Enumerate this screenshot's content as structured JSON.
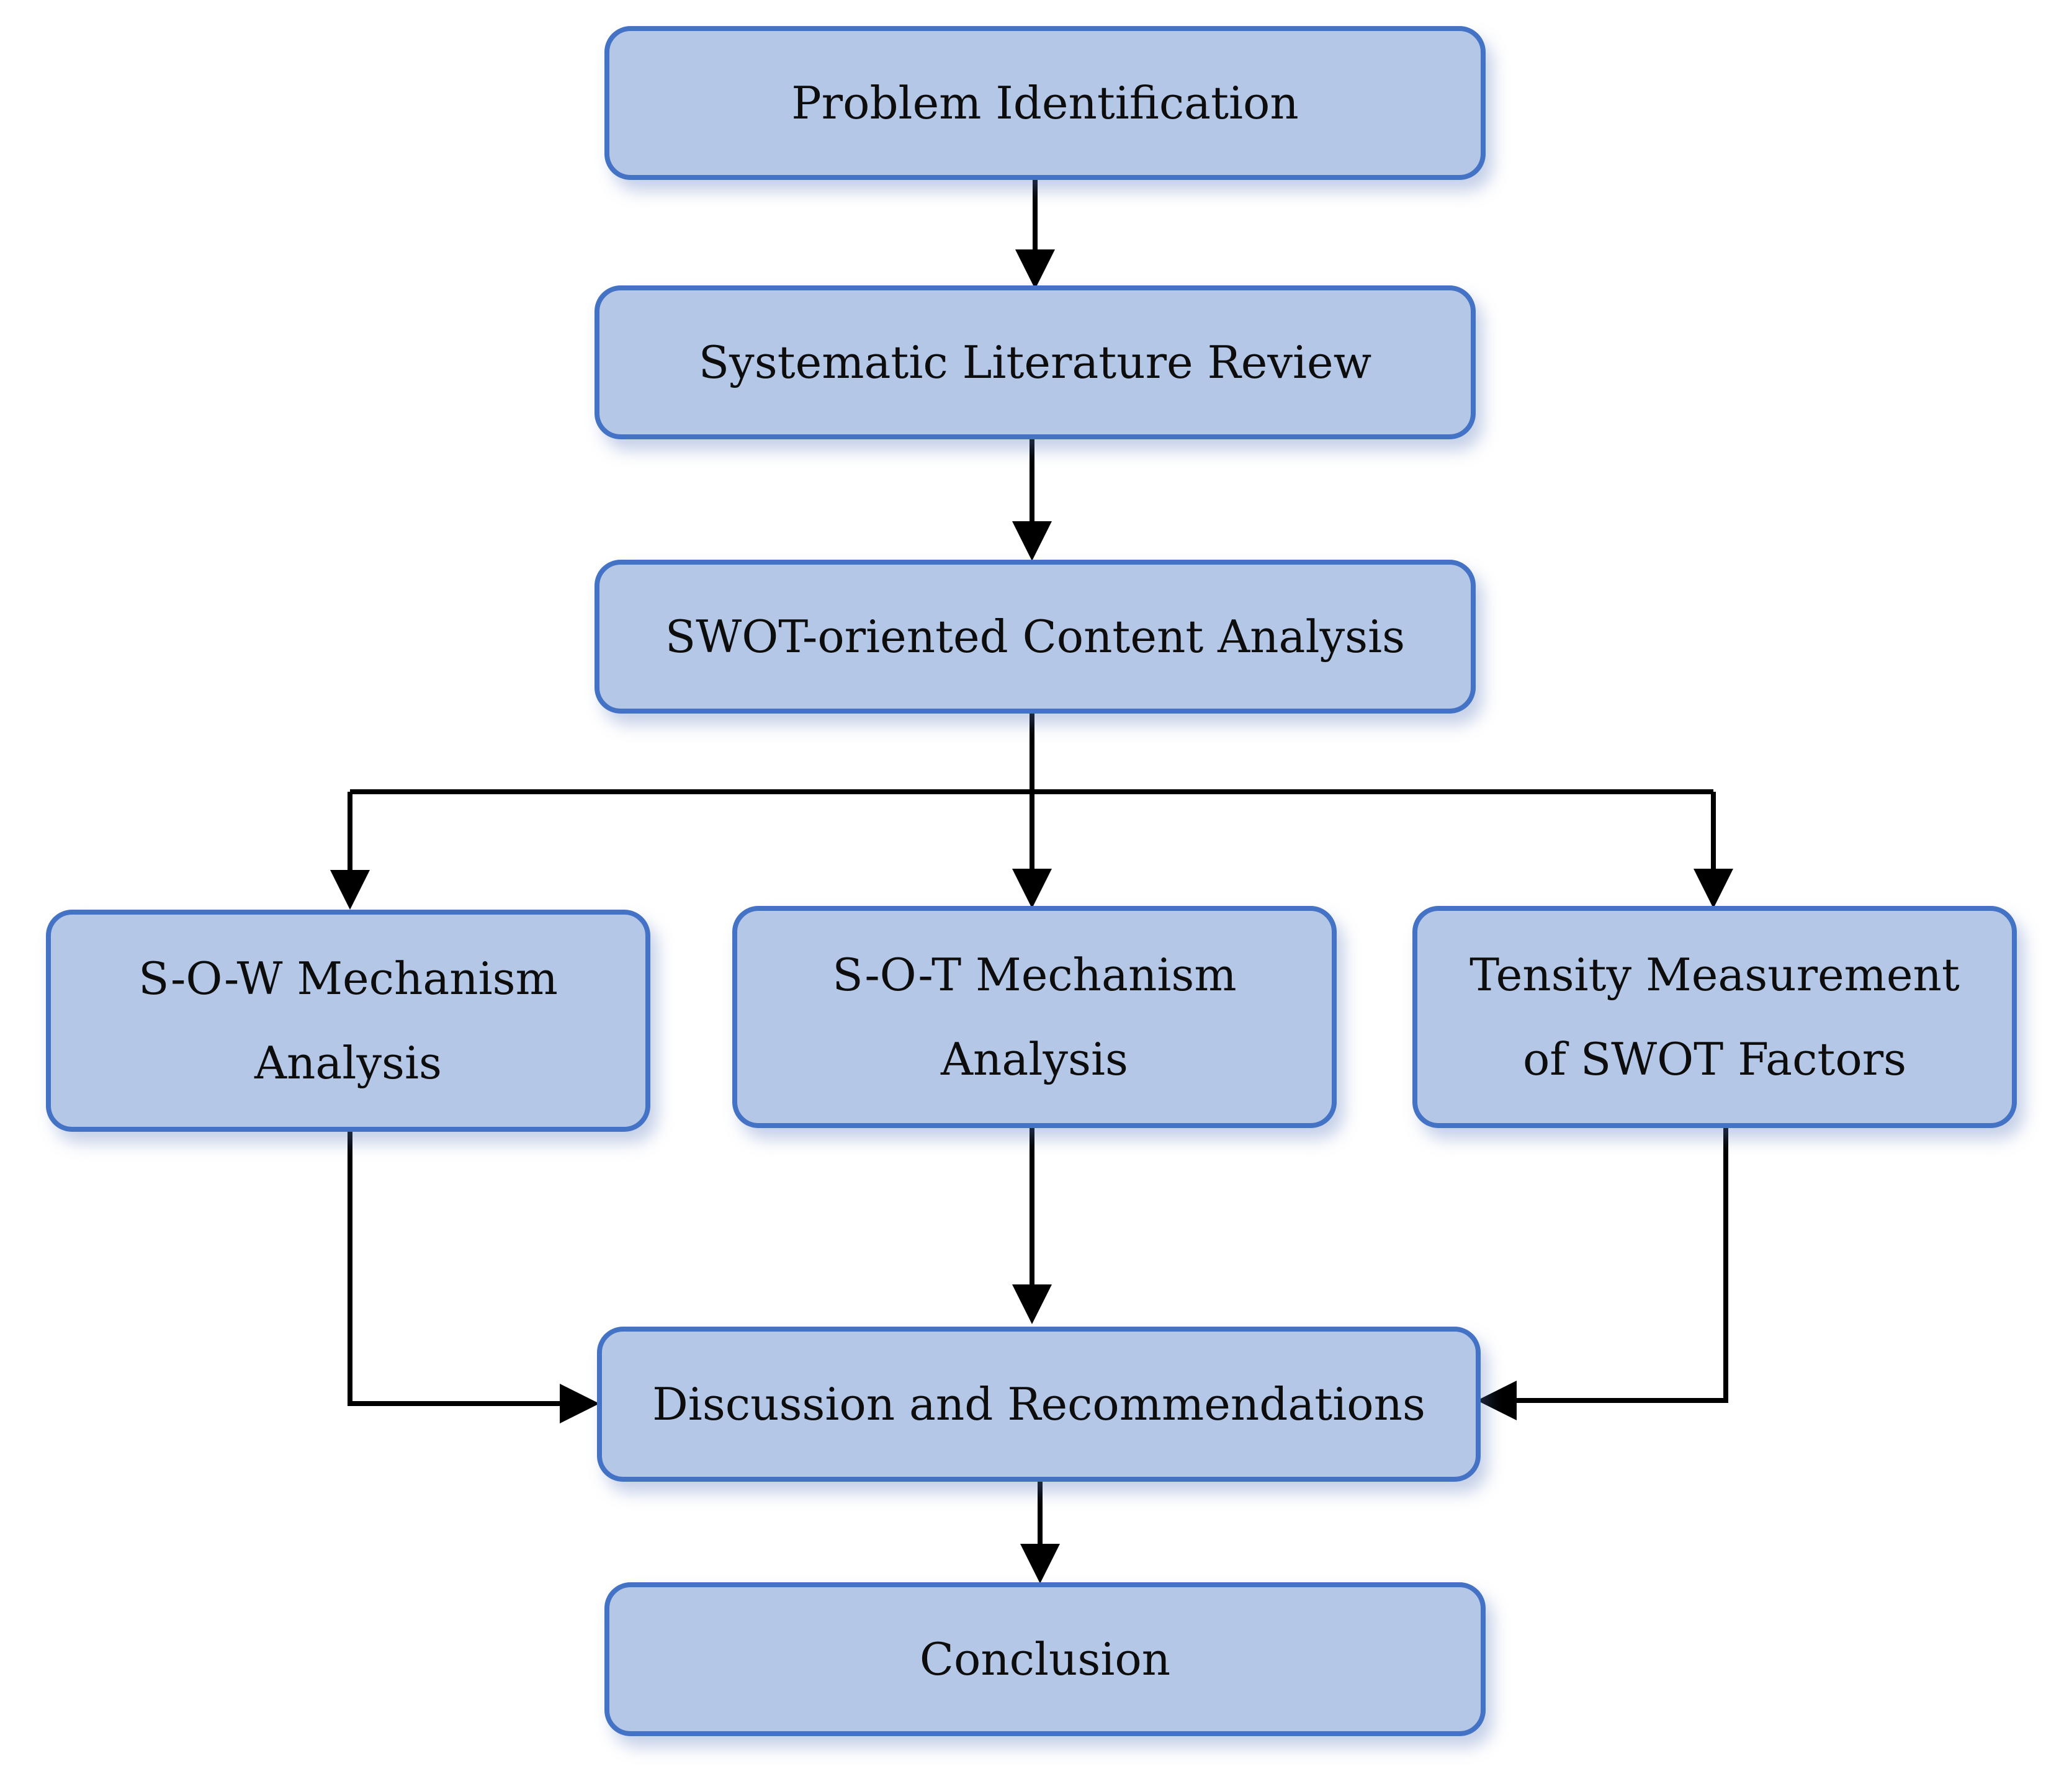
{
  "steps": {
    "problem": "Problem Identification",
    "review": "Systematic Literature Review",
    "swot": "SWOT-oriented Content Analysis",
    "sow": {
      "line1": "S-O-W Mechanism",
      "line2": "Analysis"
    },
    "sot": {
      "line1": "S-O-T Mechanism",
      "line2": "Analysis"
    },
    "tensity": {
      "line1": "Tensity Measurement",
      "line2": "of SWOT Factors"
    },
    "discussion": "Discussion and Recommendations",
    "conclusion": "Conclusion"
  },
  "colors": {
    "box_fill": "#b4c7e7",
    "box_border": "#4472c4",
    "connector": "#000000",
    "text": "#0d0d0d"
  }
}
